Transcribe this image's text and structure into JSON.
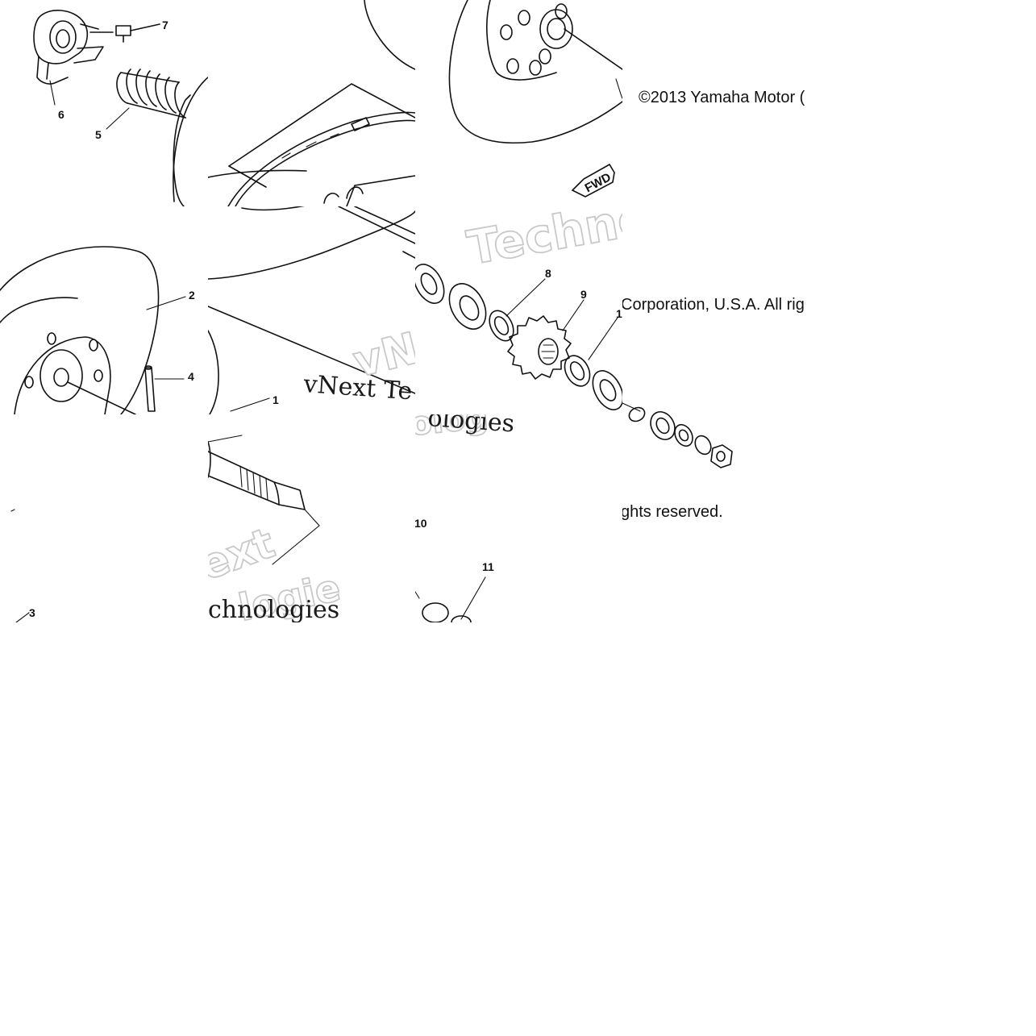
{
  "diagram": {
    "callouts": [
      "1",
      "2",
      "3",
      "4",
      "5",
      "6",
      "7",
      "8",
      "9",
      "10",
      "11"
    ],
    "direction_arrow": "FWD",
    "copyright_lines": [
      "©2013 Yamaha Motor (",
      "Corporation, U.S.A. All rig",
      "ghts reserved."
    ],
    "watermarks": [
      "Techno",
      "vNe",
      "vNext Te",
      "ologies",
      "chnologies",
      "ext",
      "logie"
    ]
  }
}
